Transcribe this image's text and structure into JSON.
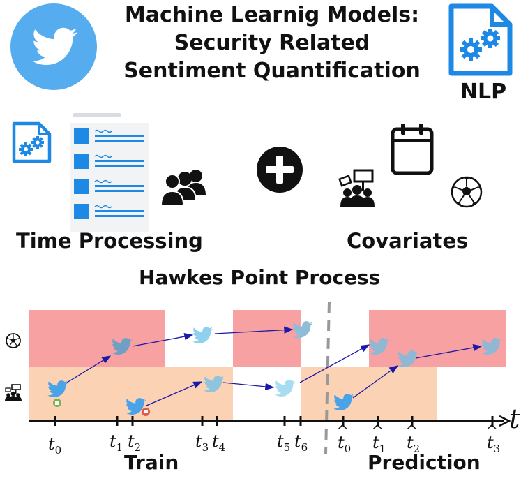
{
  "title": {
    "line1": "Machine Learnig Models:",
    "line2": "Security Related",
    "line3": "Sentiment Quantification"
  },
  "nlp_label": "NLP",
  "left_group_label": "Time Processing",
  "right_group_label": "Covariates",
  "process_title": "Hawkes Point Process",
  "axis_variable": "t",
  "train_ticks": [
    {
      "var": "t",
      "sub": "0"
    },
    {
      "var": "t",
      "sub": "1"
    },
    {
      "var": "t",
      "sub": "2"
    },
    {
      "var": "t",
      "sub": "3"
    },
    {
      "var": "t",
      "sub": "4"
    },
    {
      "var": "t",
      "sub": "5"
    },
    {
      "var": "t",
      "sub": "6"
    }
  ],
  "prediction_ticks": [
    {
      "var": "t",
      "sub": "0"
    },
    {
      "var": "t",
      "sub": "1"
    },
    {
      "var": "t",
      "sub": "2"
    },
    {
      "var": "t",
      "sub": "3"
    }
  ],
  "train_label": "Train",
  "prediction_label": "Prediction",
  "colors": {
    "twitter_blue": "#55acee",
    "nlp_blue": "#1e88e5",
    "soccer_band": "#f8a1a3",
    "protest_band": "#fcd2b4",
    "arrow": "#1a1aa8",
    "divider": "#999999"
  },
  "icons": [
    "twitter-bird-icon",
    "nlp-gears-icon",
    "document-list-icon",
    "people-group-icon",
    "plus-icon",
    "calendar-icon",
    "protest-icon",
    "soccer-ball-icon",
    "thumbs-up-icon",
    "thumbs-down-icon"
  ]
}
